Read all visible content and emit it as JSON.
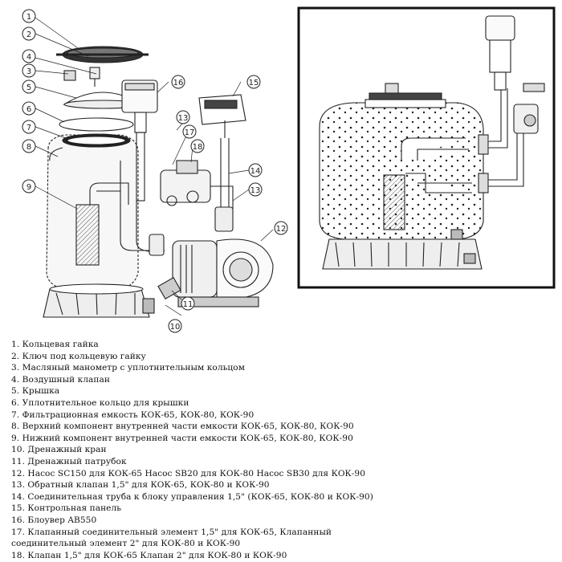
{
  "callouts": [
    "1",
    "2",
    "3",
    "4",
    "5",
    "6",
    "7",
    "8",
    "9",
    "10",
    "11",
    "12",
    "13",
    "13",
    "14",
    "15",
    "16",
    "17",
    "18"
  ],
  "legend": [
    "1. Кольцевая гайка",
    "2. Ключ под кольцевую гайку",
    "3. Масляный манометр с уплотнительным кольцом",
    "4. Воздушный клапан",
    "5. Крышка",
    "6. Уплотнительное кольцо для крышки",
    "7. Фильтрационная емкость КОК-65, КОК-80, КОК-90",
    "8. Верхний компонент внутренней части емкости КОК-65, КОК-80, КОК-90",
    "9. Нижний компонент внутренней части емкости КОК-65, КОК-80, КОК-90",
    "10. Дренажный кран",
    "11. Дренажный патрубок",
    "12. Насос SC150 для КОК-65 Насос SB20 для КОК-80 Насос SB30 для КОК-90",
    "13. Обратный клапан 1,5\" для КОК-65, КОК-80 и КОК-90",
    "14. Соединительная труба к блоку управления 1,5\" (КОК-65, КОК-80 и КОК-90)",
    "15. Контрольная панель",
    "16. Блоувер AB550",
    "17. Клапанный соединительный элемент 1,5\" для КОК-65, Клапанный соединительный элемент 2\" для КОК-80 и КОК-90",
    "18. Клапан 1,5\" для КОК-65 Клапан 2\" для КОК-80 и КОК-90"
  ]
}
